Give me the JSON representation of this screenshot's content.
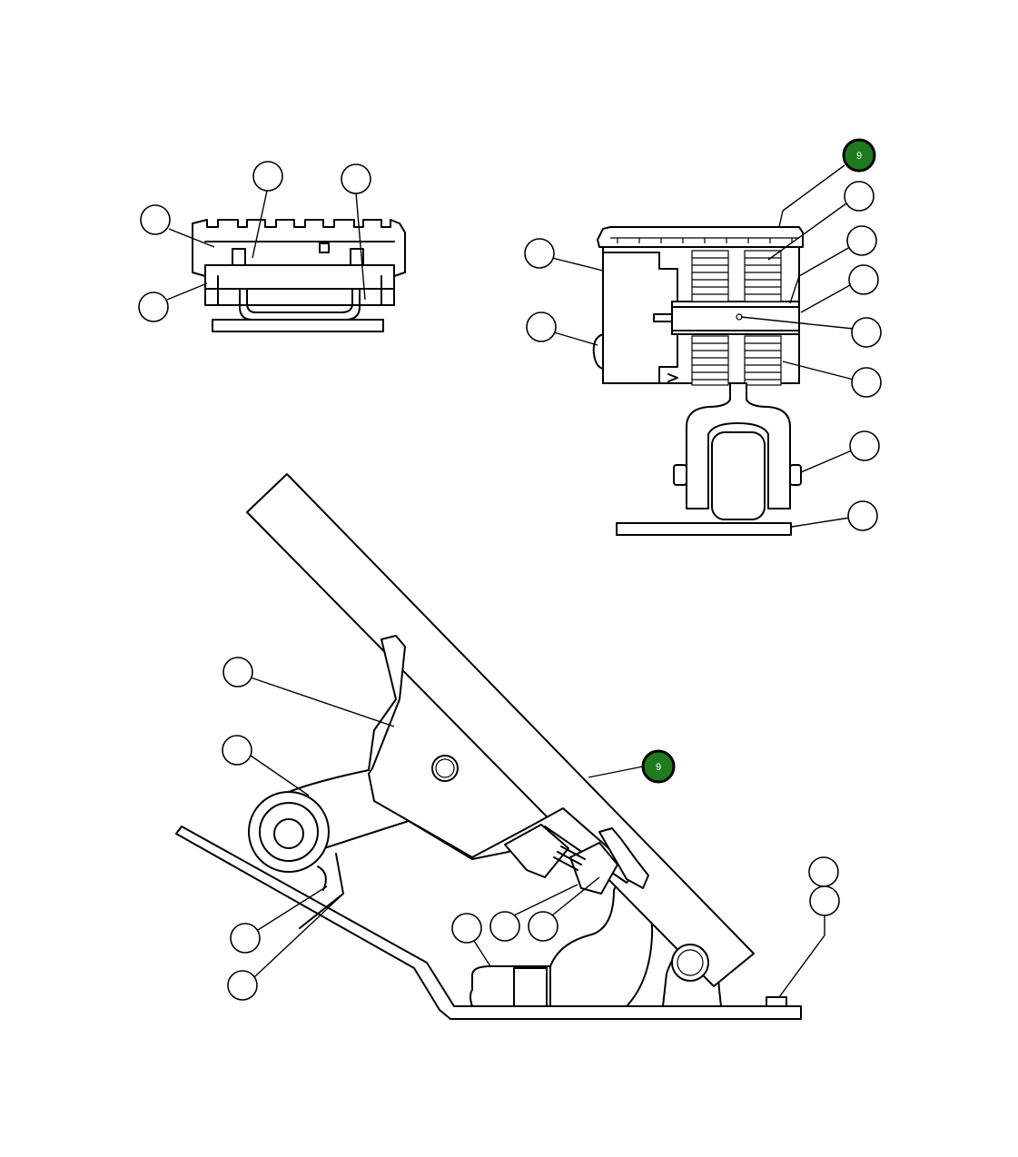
{
  "diagram": {
    "highlight_color": "#1e7b1e",
    "callouts": [
      {
        "id": "top-view-highlight",
        "label": "9"
      },
      {
        "id": "side-view-highlight",
        "label": "9"
      }
    ]
  }
}
